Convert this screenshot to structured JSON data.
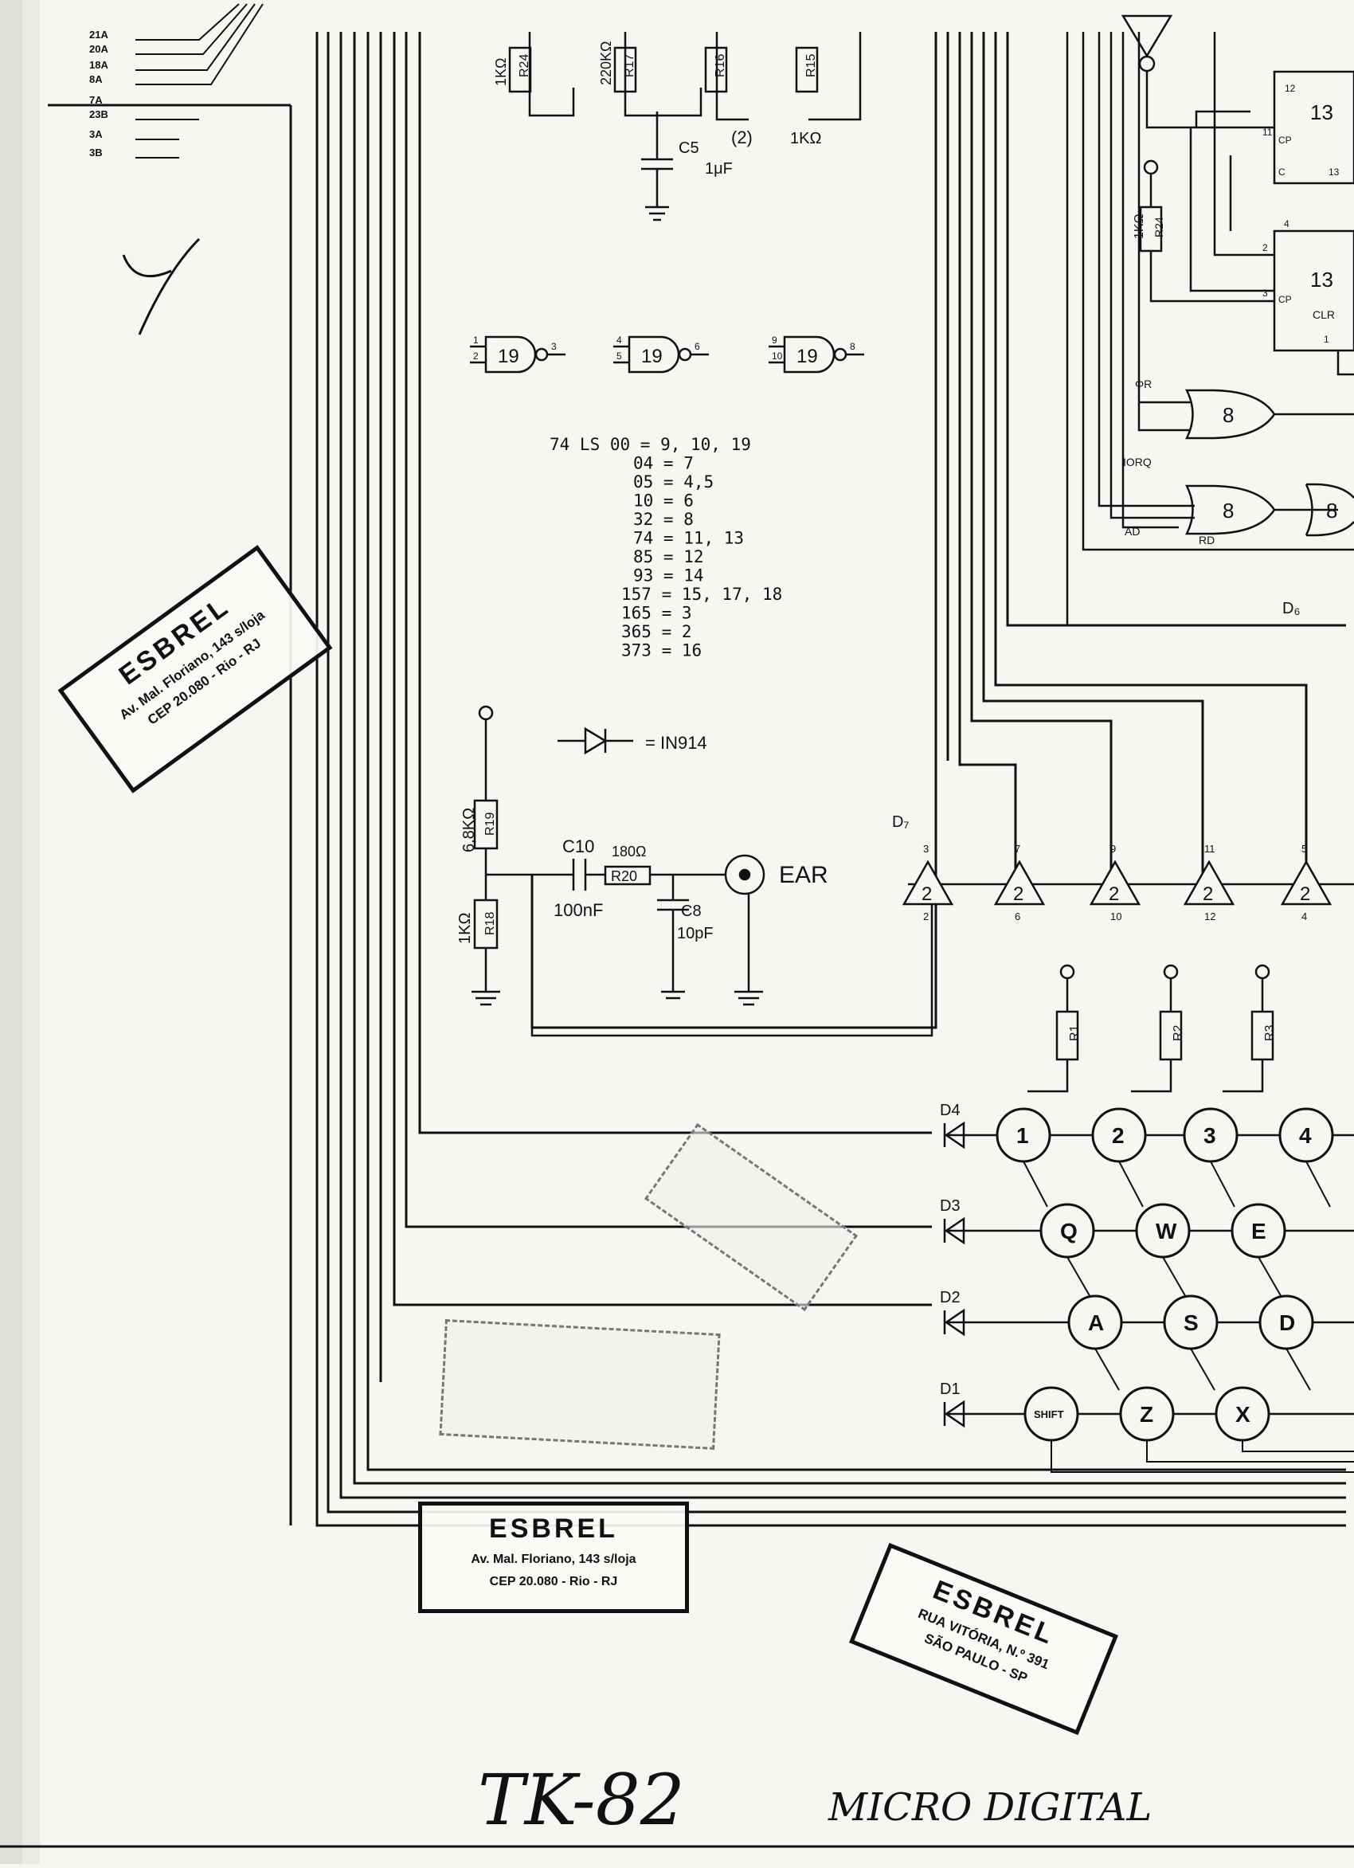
{
  "header_labels": [
    "21A",
    "20A",
    "18A",
    "8A",
    "7A",
    "23B",
    "3A",
    "3B"
  ],
  "resistors_top": [
    {
      "id": "R24",
      "value": "1KΩ"
    },
    {
      "id": "R17",
      "value": "220KΩ"
    },
    {
      "id": "R16",
      "value": ""
    },
    {
      "id": "R15",
      "value": ""
    }
  ],
  "top_notes": {
    "r_bracket": "(2)",
    "r_value": "1KΩ",
    "c5_id": "C5",
    "c5_value": "1μF"
  },
  "gates_19": [
    {
      "pins": [
        "1",
        "2",
        "3"
      ],
      "label": "19"
    },
    {
      "pins": [
        "4",
        "5",
        "6"
      ],
      "label": "19"
    },
    {
      "pins": [
        "9",
        "10",
        "8"
      ],
      "label": "19"
    }
  ],
  "ic_table": {
    "lines": [
      "74 LS  00 = 9, 10, 19",
      "04 = 7",
      "05 = 4,5",
      "10 = 6",
      "32 = 8",
      "74 = 11, 13",
      "85 = 12",
      "93 = 14",
      "157 = 15, 17, 18",
      "165 = 3",
      "365 = 2",
      "373 = 16"
    ],
    "diode_note": "= IN914"
  },
  "ear_circuit": {
    "r19": "R19",
    "r19_value": "6,8KΩ",
    "r18": "R18",
    "r18_value": "1KΩ",
    "c10": "C10",
    "c10_value": "100nF",
    "r20": "R20",
    "r20_value": "180Ω",
    "c8": "C8",
    "c8_value": "10pF",
    "jack": "EAR"
  },
  "buffers": [
    {
      "label": "2",
      "in": "3",
      "out": "2"
    },
    {
      "label": "2",
      "in": "7",
      "out": "6"
    },
    {
      "label": "2",
      "in": "9",
      "out": "10"
    },
    {
      "label": "2",
      "in": "11",
      "out": "12"
    },
    {
      "label": "2",
      "in": "5",
      "out": "4"
    }
  ],
  "d_label": "D₇",
  "pullups": [
    "R1",
    "R2",
    "R3"
  ],
  "flipflops": [
    {
      "label": "13",
      "pins": [
        "12",
        "11",
        "CP",
        "C",
        "13"
      ]
    },
    {
      "label": "13",
      "pins": [
        "4",
        "2",
        "3",
        "CP",
        "CLR",
        "1"
      ]
    }
  ],
  "r_ff": {
    "id": "R24",
    "value": "1KΩ"
  },
  "or_gates": [
    {
      "label": "8",
      "signals": [
        "ΦR",
        "IORQ"
      ]
    },
    {
      "label": "8",
      "signals": [
        "AD",
        "RD"
      ]
    },
    {
      "label": "8",
      "signals": []
    }
  ],
  "d6_label": "D₆",
  "diodes": [
    "D4",
    "D3",
    "D2",
    "D1"
  ],
  "keyboard": {
    "row1": [
      "1",
      "2",
      "3",
      "4"
    ],
    "row2": [
      "Q",
      "W",
      "E"
    ],
    "row3": [
      "A",
      "S",
      "D"
    ],
    "row4": [
      "SHIFT",
      "Z",
      "X"
    ]
  },
  "stamps": [
    {
      "title": "ESBREL",
      "line1": "Av. Mal. Floriano, 143 s/loja",
      "line2": "CEP 20.080 - Rio - RJ"
    },
    {
      "title": "ESBREL",
      "line1": "Av. Mal. Floriano, 143 s/loja",
      "line2": "CEP 20.080 - Rio - RJ"
    },
    {
      "title": "ESBREL",
      "line1": "RUA VITÓRIA, N.º 391",
      "line2": "SÃO PAULO - SP"
    }
  ],
  "handwriting": {
    "model": "TK-82",
    "maker": "MICRO DIGITAL"
  },
  "colors": {
    "ink": "#111111",
    "paper": "#f7f6f2"
  }
}
